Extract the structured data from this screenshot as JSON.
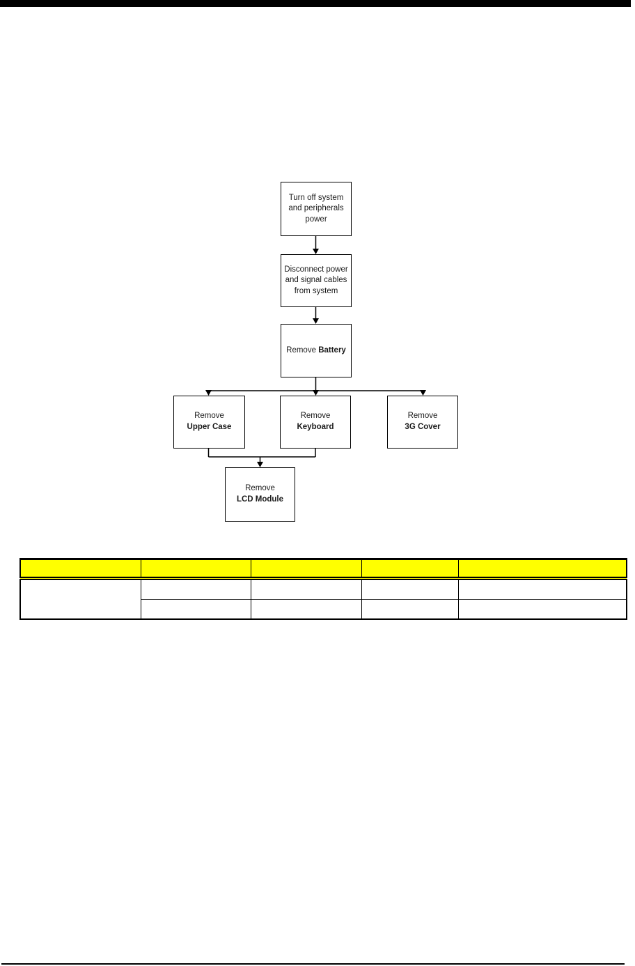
{
  "decorations": {
    "top_bar_color": "#000000",
    "bottom_rule_color": "#000000"
  },
  "flowchart": {
    "box_turn_off": {
      "line1": "Turn off system",
      "line2": "and peripherals",
      "line3": "power"
    },
    "box_disconnect": {
      "line1": "Disconnect power",
      "line2": "and signal cables",
      "line3": "from system"
    },
    "box_battery": {
      "regular": "Remove ",
      "bold": "Battery"
    },
    "box_upper_case": {
      "line1": "Remove",
      "line2_bold": "Upper Case"
    },
    "box_keyboard": {
      "line1": "Remove",
      "line2_bold": "Keyboard"
    },
    "box_3g_cover": {
      "line1": "Remove",
      "line2_bold": "3G Cover"
    },
    "box_lcd": {
      "line1": "Remove",
      "line2_bold": "LCD Module"
    }
  },
  "table": {
    "header_bg": "#FFFF00",
    "headers": [
      "",
      "",
      "",
      "",
      ""
    ],
    "body": {
      "col1_merged": "",
      "row1": [
        "",
        "",
        "",
        ""
      ],
      "row2": [
        "",
        "",
        "",
        ""
      ]
    }
  }
}
